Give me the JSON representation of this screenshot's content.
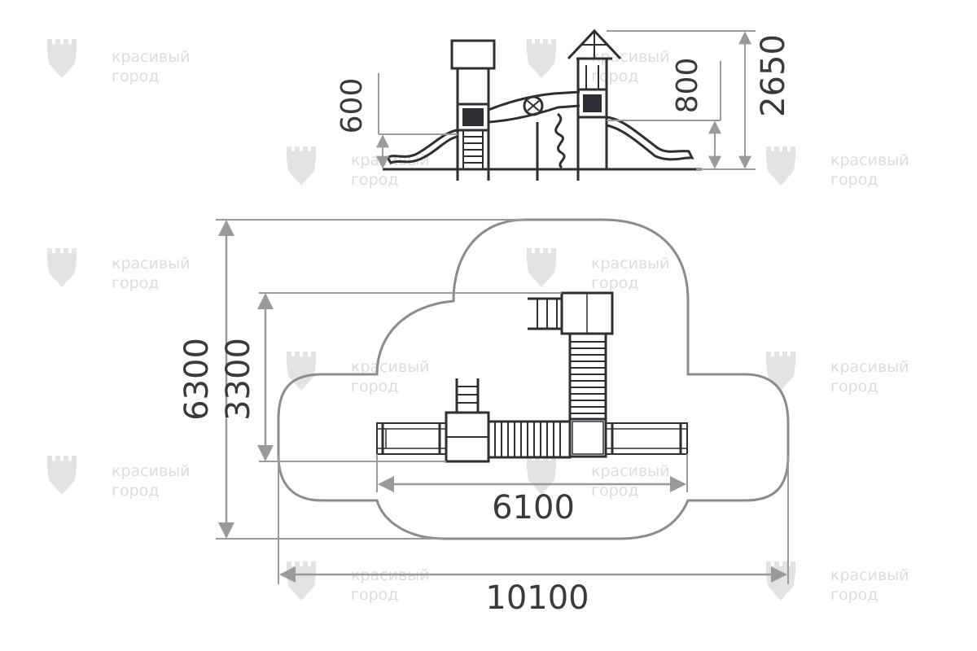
{
  "watermark": {
    "line1": "красивый",
    "line2": "город",
    "icon": "castle-shield-logo"
  },
  "dimensions": {
    "elevation": {
      "height_total": "2650",
      "height_deck_high": "800",
      "height_deck_low": "600"
    },
    "plan": {
      "zone_length": "10100",
      "zone_width": "6300",
      "equipment_length": "6100",
      "equipment_width": "3300"
    }
  },
  "colors": {
    "line": "#2e2e33",
    "dimension": "#9a9a9a",
    "zone": "#8c8c8c",
    "text": "#3a3a3c",
    "watermark": "#dcdcdc"
  }
}
